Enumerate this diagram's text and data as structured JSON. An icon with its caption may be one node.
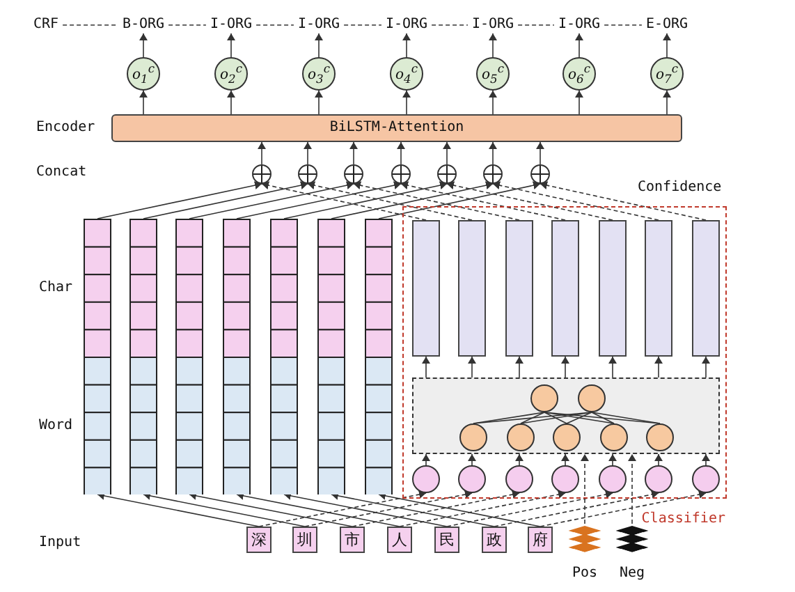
{
  "diagram": {
    "nodes": [
      {
        "text": [
          "CRF"
        ]
      },
      {
        "text": [
          "B-ORG"
        ]
      },
      {
        "text": [
          "I-ORG"
        ]
      },
      {
        "text": [
          "I-ORG"
        ]
      },
      {
        "text": [
          "I-ORG"
        ]
      },
      {
        "text": [
          "I-ORG"
        ]
      },
      {
        "text": [
          "I-ORG"
        ]
      },
      {
        "text": [
          "E-ORG"
        ]
      },
      {
        "text": [
          "o$_{1}$$^{c}$"
        ]
      },
      {
        "text": [
          "o$_{2}$$^{c}$"
        ]
      },
      {
        "text": [
          "o$_{3}$$^{c}$"
        ]
      },
      {
        "text": [
          "o$_{4}$$^{c}$"
        ]
      },
      {
        "text": [
          "o$_{5}$$^{c}$"
        ]
      },
      {
        "text": [
          "o$_{6}$$^{c}$"
        ]
      },
      {
        "text": [
          "o$_{7}$$^{c}$"
        ]
      },
      {
        "text": [
          "BiLSTM-Attention"
        ]
      },
      {
        "text": [],
        "shape": "circle"
      },
      {
        "text": [],
        "shape": "circle"
      },
      {
        "text": [],
        "shape": "circle"
      },
      {
        "text": [],
        "shape": "circle"
      },
      {
        "text": [],
        "shape": "circle"
      },
      {
        "text": [],
        "shape": "circle"
      },
      {
        "text": [],
        "shape": "circle"
      },
      {
        "text": [],
        "shape": "bar"
      },
      {
        "text": [],
        "shape": "bar"
      },
      {
        "text": [],
        "shape": "bar"
      },
      {
        "text": [],
        "shape": "bar"
      },
      {
        "text": [],
        "shape": "bar"
      },
      {
        "text": [],
        "shape": "bar"
      },
      {
        "text": [],
        "shape": "bar"
      },
      {
        "text": [
          "Classifier"
        ]
      },
      {
        "text": [],
        "shape": "bar",
        "in": 30
      },
      {
        "text": [],
        "shape": "bar",
        "in": 30
      },
      {
        "text": [],
        "shape": "bar",
        "in": 30
      },
      {
        "text": [],
        "shape": "bar",
        "in": 30
      },
      {
        "text": [],
        "shape": "bar",
        "in": 30
      },
      {
        "text": [],
        "shape": "bar",
        "in": 30
      },
      {
        "text": [],
        "shape": "bar",
        "in": 30
      },
      {
        "text": [],
        "shape": "box",
        "in": 30
      },
      {
        "text": [],
        "shape": "circle",
        "in": 38
      },
      {
        "text": [],
        "shape": "circle",
        "in": 38
      },
      {
        "text": [],
        "shape": "circle",
        "in": 38
      },
      {
        "text": [],
        "shape": "circle",
        "in": 38
      },
      {
        "text": [],
        "shape": "circle",
        "in": 38
      },
      {
        "text": [],
        "shape": "circle",
        "in": 38
      },
      {
        "text": [],
        "shape": "circle",
        "in": 38
      },
      {
        "text": [],
        "shape": "circle",
        "in": 30
      },
      {
        "text": [],
        "shape": "circle",
        "in": 30
      },
      {
        "text": [],
        "shape": "circle",
        "in": 30
      },
      {
        "text": [],
        "shape": "circle",
        "in": 30
      },
      {
        "text": [],
        "shape": "circle",
        "in": 30
      },
      {
        "text": [],
        "shape": "circle",
        "in": 30
      },
      {
        "text": [],
        "shape": "circle",
        "in": 30
      },
      {
        "text": [
          "深"
        ]
      },
      {
        "text": [
          "圳"
        ]
      },
      {
        "text": [
          "市"
        ]
      },
      {
        "text": [
          "人"
        ]
      },
      {
        "text": [
          "民"
        ]
      },
      {
        "text": [
          "政"
        ]
      },
      {
        "text": [
          "府"
        ]
      },
      {
        "text": [
          "Pos"
        ]
      },
      {
        "text": [
          "Neg"
        ]
      }
    ],
    "edges": [
      {
        "from": 0,
        "to": 1,
        "arrow": "none",
        "style": "dashed"
      },
      {
        "from": 1,
        "to": 2,
        "arrow": "none",
        "style": "dashed"
      },
      {
        "from": 2,
        "to": 3,
        "arrow": "none",
        "style": "dashed"
      },
      {
        "from": 3,
        "to": 4,
        "arrow": "none",
        "style": "dashed"
      },
      {
        "from": 4,
        "to": 5,
        "arrow": "none",
        "style": "dashed"
      },
      {
        "from": 5,
        "to": 6,
        "arrow": "none",
        "style": "dashed"
      },
      {
        "from": 6,
        "to": 7,
        "arrow": "none",
        "style": "dashed"
      },
      {
        "from": 8,
        "to": 1,
        "arrow": "to"
      },
      {
        "from": 9,
        "to": 2,
        "arrow": "to"
      },
      {
        "from": 10,
        "to": 3,
        "arrow": "to"
      },
      {
        "from": 11,
        "to": 4,
        "arrow": "to"
      },
      {
        "from": 12,
        "to": 5,
        "arrow": "to"
      },
      {
        "from": 13,
        "to": 6,
        "arrow": "to"
      },
      {
        "from": 14,
        "to": 7,
        "arrow": "to"
      },
      {
        "from": 15,
        "to": 8,
        "arrow": "to"
      },
      {
        "from": 15,
        "to": 9,
        "arrow": "to"
      },
      {
        "from": 15,
        "to": 10,
        "arrow": "to"
      },
      {
        "from": 15,
        "to": 11,
        "arrow": "to"
      },
      {
        "from": 15,
        "to": 12,
        "arrow": "to"
      },
      {
        "from": 15,
        "to": 13,
        "arrow": "to"
      },
      {
        "from": 15,
        "to": 14,
        "arrow": "to"
      },
      {
        "from": 16,
        "to": 15,
        "arrow": "to"
      },
      {
        "from": 17,
        "to": 15,
        "arrow": "to"
      },
      {
        "from": 18,
        "to": 15,
        "arrow": "to"
      },
      {
        "from": 19,
        "to": 15,
        "arrow": "to"
      },
      {
        "from": 20,
        "to": 15,
        "arrow": "to"
      },
      {
        "from": 21,
        "to": 15,
        "arrow": "to"
      },
      {
        "from": 22,
        "to": 15,
        "arrow": "to"
      },
      {
        "from": 23,
        "to": 16,
        "arrow": "to"
      },
      {
        "from": 24,
        "to": 17,
        "arrow": "to"
      },
      {
        "from": 25,
        "to": 18,
        "arrow": "to"
      },
      {
        "from": 26,
        "to": 19,
        "arrow": "to"
      },
      {
        "from": 27,
        "to": 20,
        "arrow": "to"
      },
      {
        "from": 28,
        "to": 21,
        "arrow": "to"
      },
      {
        "from": 29,
        "to": 22,
        "arrow": "to"
      },
      {
        "from": 31,
        "to": 16,
        "arrow": "to",
        "style": "dashed"
      },
      {
        "from": 32,
        "to": 17,
        "arrow": "to",
        "style": "dashed"
      },
      {
        "from": 33,
        "to": 18,
        "arrow": "to",
        "style": "dashed"
      },
      {
        "from": 34,
        "to": 19,
        "arrow": "to",
        "style": "dashed"
      },
      {
        "from": 35,
        "to": 20,
        "arrow": "to",
        "style": "dashed"
      },
      {
        "from": 36,
        "to": 21,
        "arrow": "to",
        "style": "dashed"
      },
      {
        "from": 37,
        "to": 22,
        "arrow": "to",
        "style": "dashed"
      },
      {
        "from": 38,
        "to": 31,
        "arrow": "to"
      },
      {
        "from": 38,
        "to": 32,
        "arrow": "to"
      },
      {
        "from": 38,
        "to": 33,
        "arrow": "to"
      },
      {
        "from": 38,
        "to": 34,
        "arrow": "to"
      },
      {
        "from": 38,
        "to": 35,
        "arrow": "to"
      },
      {
        "from": 38,
        "to": 36,
        "arrow": "to"
      },
      {
        "from": 38,
        "to": 37,
        "arrow": "to"
      },
      {
        "from": 41,
        "to": 39,
        "arrow": "none"
      },
      {
        "from": 41,
        "to": 40,
        "arrow": "none"
      },
      {
        "from": 42,
        "to": 39,
        "arrow": "none"
      },
      {
        "from": 42,
        "to": 40,
        "arrow": "none"
      },
      {
        "from": 43,
        "to": 39,
        "arrow": "none"
      },
      {
        "from": 43,
        "to": 40,
        "arrow": "none"
      },
      {
        "from": 44,
        "to": 39,
        "arrow": "none"
      },
      {
        "from": 44,
        "to": 40,
        "arrow": "none"
      },
      {
        "from": 45,
        "to": 39,
        "arrow": "none"
      },
      {
        "from": 45,
        "to": 40,
        "arrow": "none"
      },
      {
        "from": 46,
        "to": 38,
        "arrow": "to"
      },
      {
        "from": 47,
        "to": 38,
        "arrow": "to"
      },
      {
        "from": 48,
        "to": 38,
        "arrow": "to"
      },
      {
        "from": 49,
        "to": 38,
        "arrow": "to"
      },
      {
        "from": 50,
        "to": 38,
        "arrow": "to"
      },
      {
        "from": 51,
        "to": 38,
        "arrow": "to"
      },
      {
        "from": 52,
        "to": 38,
        "arrow": "to"
      },
      {
        "from": 60,
        "to": 38,
        "arrow": "to",
        "style": "dashed"
      },
      {
        "from": 61,
        "to": 38,
        "arrow": "to",
        "style": "dashed"
      },
      {
        "from": 53,
        "to": 23,
        "arrow": "to"
      },
      {
        "from": 54,
        "to": 24,
        "arrow": "to"
      },
      {
        "from": 55,
        "to": 25,
        "arrow": "to"
      },
      {
        "from": 56,
        "to": 26,
        "arrow": "to"
      },
      {
        "from": 57,
        "to": 27,
        "arrow": "to"
      },
      {
        "from": 58,
        "to": 28,
        "arrow": "to"
      },
      {
        "from": 59,
        "to": 29,
        "arrow": "to"
      },
      {
        "from": 53,
        "to": 46,
        "arrow": "to",
        "style": "dashed"
      },
      {
        "from": 54,
        "to": 47,
        "arrow": "to",
        "style": "dashed"
      },
      {
        "from": 55,
        "to": 48,
        "arrow": "to",
        "style": "dashed"
      },
      {
        "from": 56,
        "to": 49,
        "arrow": "to",
        "style": "dashed"
      },
      {
        "from": 57,
        "to": 50,
        "arrow": "to",
        "style": "dashed"
      },
      {
        "from": 58,
        "to": 51,
        "arrow": "to",
        "style": "dashed"
      },
      {
        "from": 59,
        "to": 52,
        "arrow": "to",
        "style": "dashed"
      }
    ],
    "labels": [
      "Encoder",
      "Concat",
      "Confidence",
      "Char",
      "Word",
      "Input"
    ]
  }
}
